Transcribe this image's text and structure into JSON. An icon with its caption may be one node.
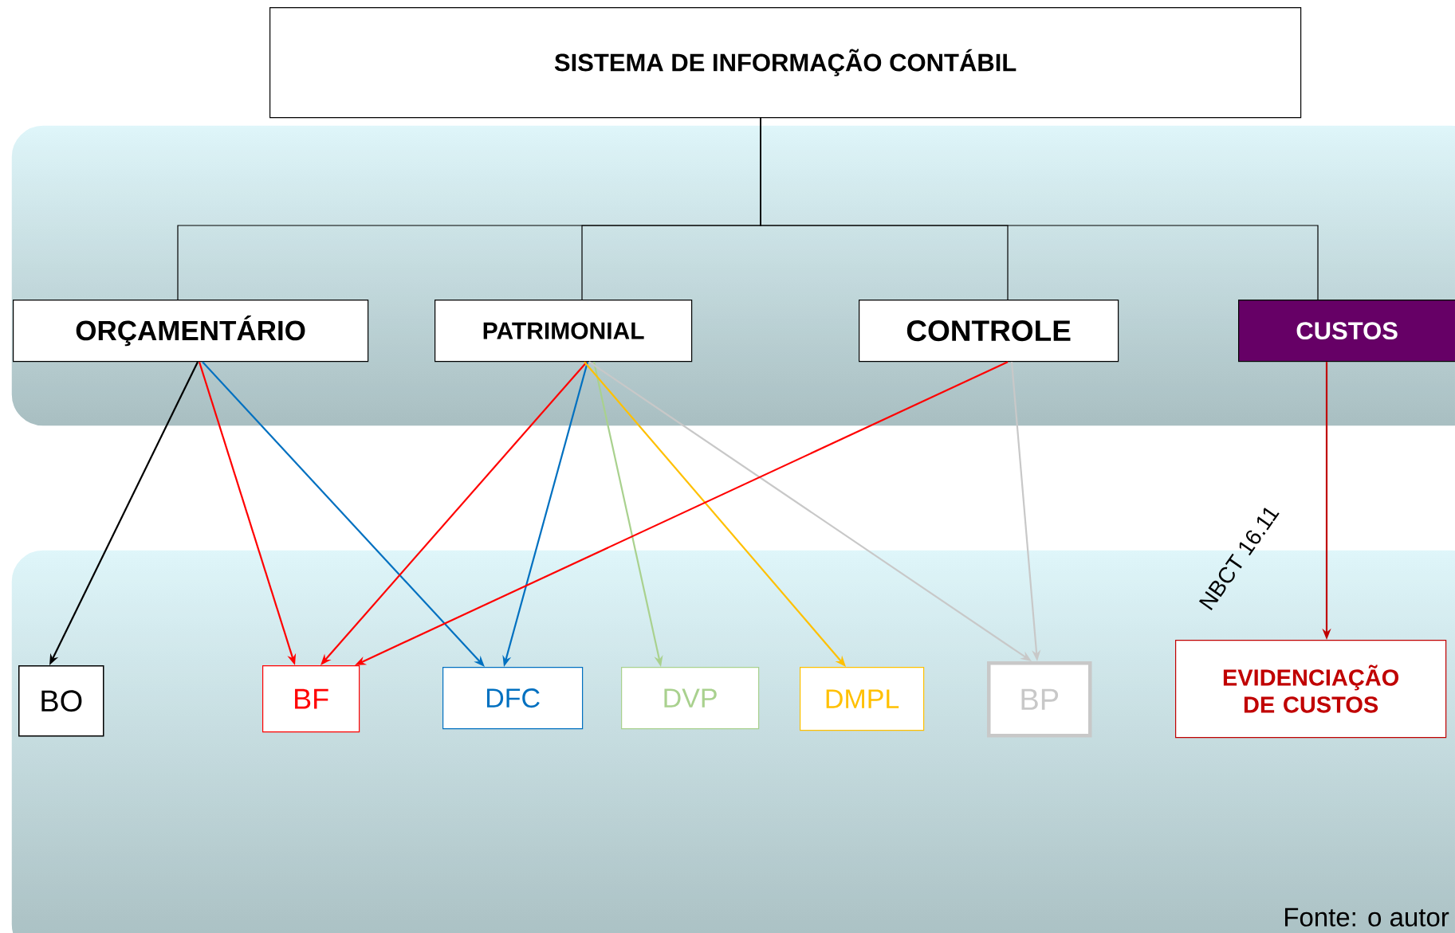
{
  "diagram": {
    "nodes": [
      {
        "text": [
          "SISTEMA DE INFORMAÇÃO CONTÁBIL"
        ]
      },
      {
        "text": [
          "ORÇAMENTÁRIO"
        ]
      },
      {
        "text": [
          "PATRIMONIAL"
        ]
      },
      {
        "text": [
          "CONTROLE"
        ]
      },
      {
        "text": [
          "CUSTOS"
        ]
      },
      {
        "text": [
          "BO"
        ]
      },
      {
        "text": [
          "BF"
        ]
      },
      {
        "text": [
          "DFC"
        ]
      },
      {
        "text": [
          "DVP"
        ]
      },
      {
        "text": [
          "DMPL"
        ]
      },
      {
        "text": [
          "BP"
        ]
      },
      {
        "text": [
          "EVIDENCIAÇÃO DE CUSTOS"
        ]
      }
    ],
    "edges": [
      {
        "from": 0,
        "to": 1,
        "arrow": "none"
      },
      {
        "from": 0,
        "to": 2,
        "arrow": "none"
      },
      {
        "from": 0,
        "to": 3,
        "arrow": "none"
      },
      {
        "from": 0,
        "to": 4,
        "arrow": "none"
      },
      {
        "from": 1,
        "to": 5,
        "arrow": "to"
      },
      {
        "from": 1,
        "to": 6,
        "arrow": "to",
        "color": "#ff0000"
      },
      {
        "from": 1,
        "to": 7,
        "arrow": "to",
        "color": "#0070c0"
      },
      {
        "from": 2,
        "to": 6,
        "arrow": "to",
        "color": "#ff0000"
      },
      {
        "from": 2,
        "to": 7,
        "arrow": "to",
        "color": "#0070c0"
      },
      {
        "from": 2,
        "to": 8,
        "arrow": "to",
        "color": "#a9d18e"
      },
      {
        "from": 2,
        "to": 9,
        "arrow": "to",
        "color": "#ffc000"
      },
      {
        "from": 2,
        "to": 10,
        "arrow": "to",
        "color": "#c8c8c8"
      },
      {
        "from": 3,
        "to": 6,
        "arrow": "to",
        "color": "#ff0000"
      },
      {
        "from": 3,
        "to": 10,
        "arrow": "to",
        "color": "#c8c8c8"
      },
      {
        "from": 4,
        "to": 11,
        "arrow": "to",
        "color": "#c00000",
        "label": "NBCT 16.11"
      }
    ],
    "labels": [
      "Fonte: o autor"
    ]
  }
}
